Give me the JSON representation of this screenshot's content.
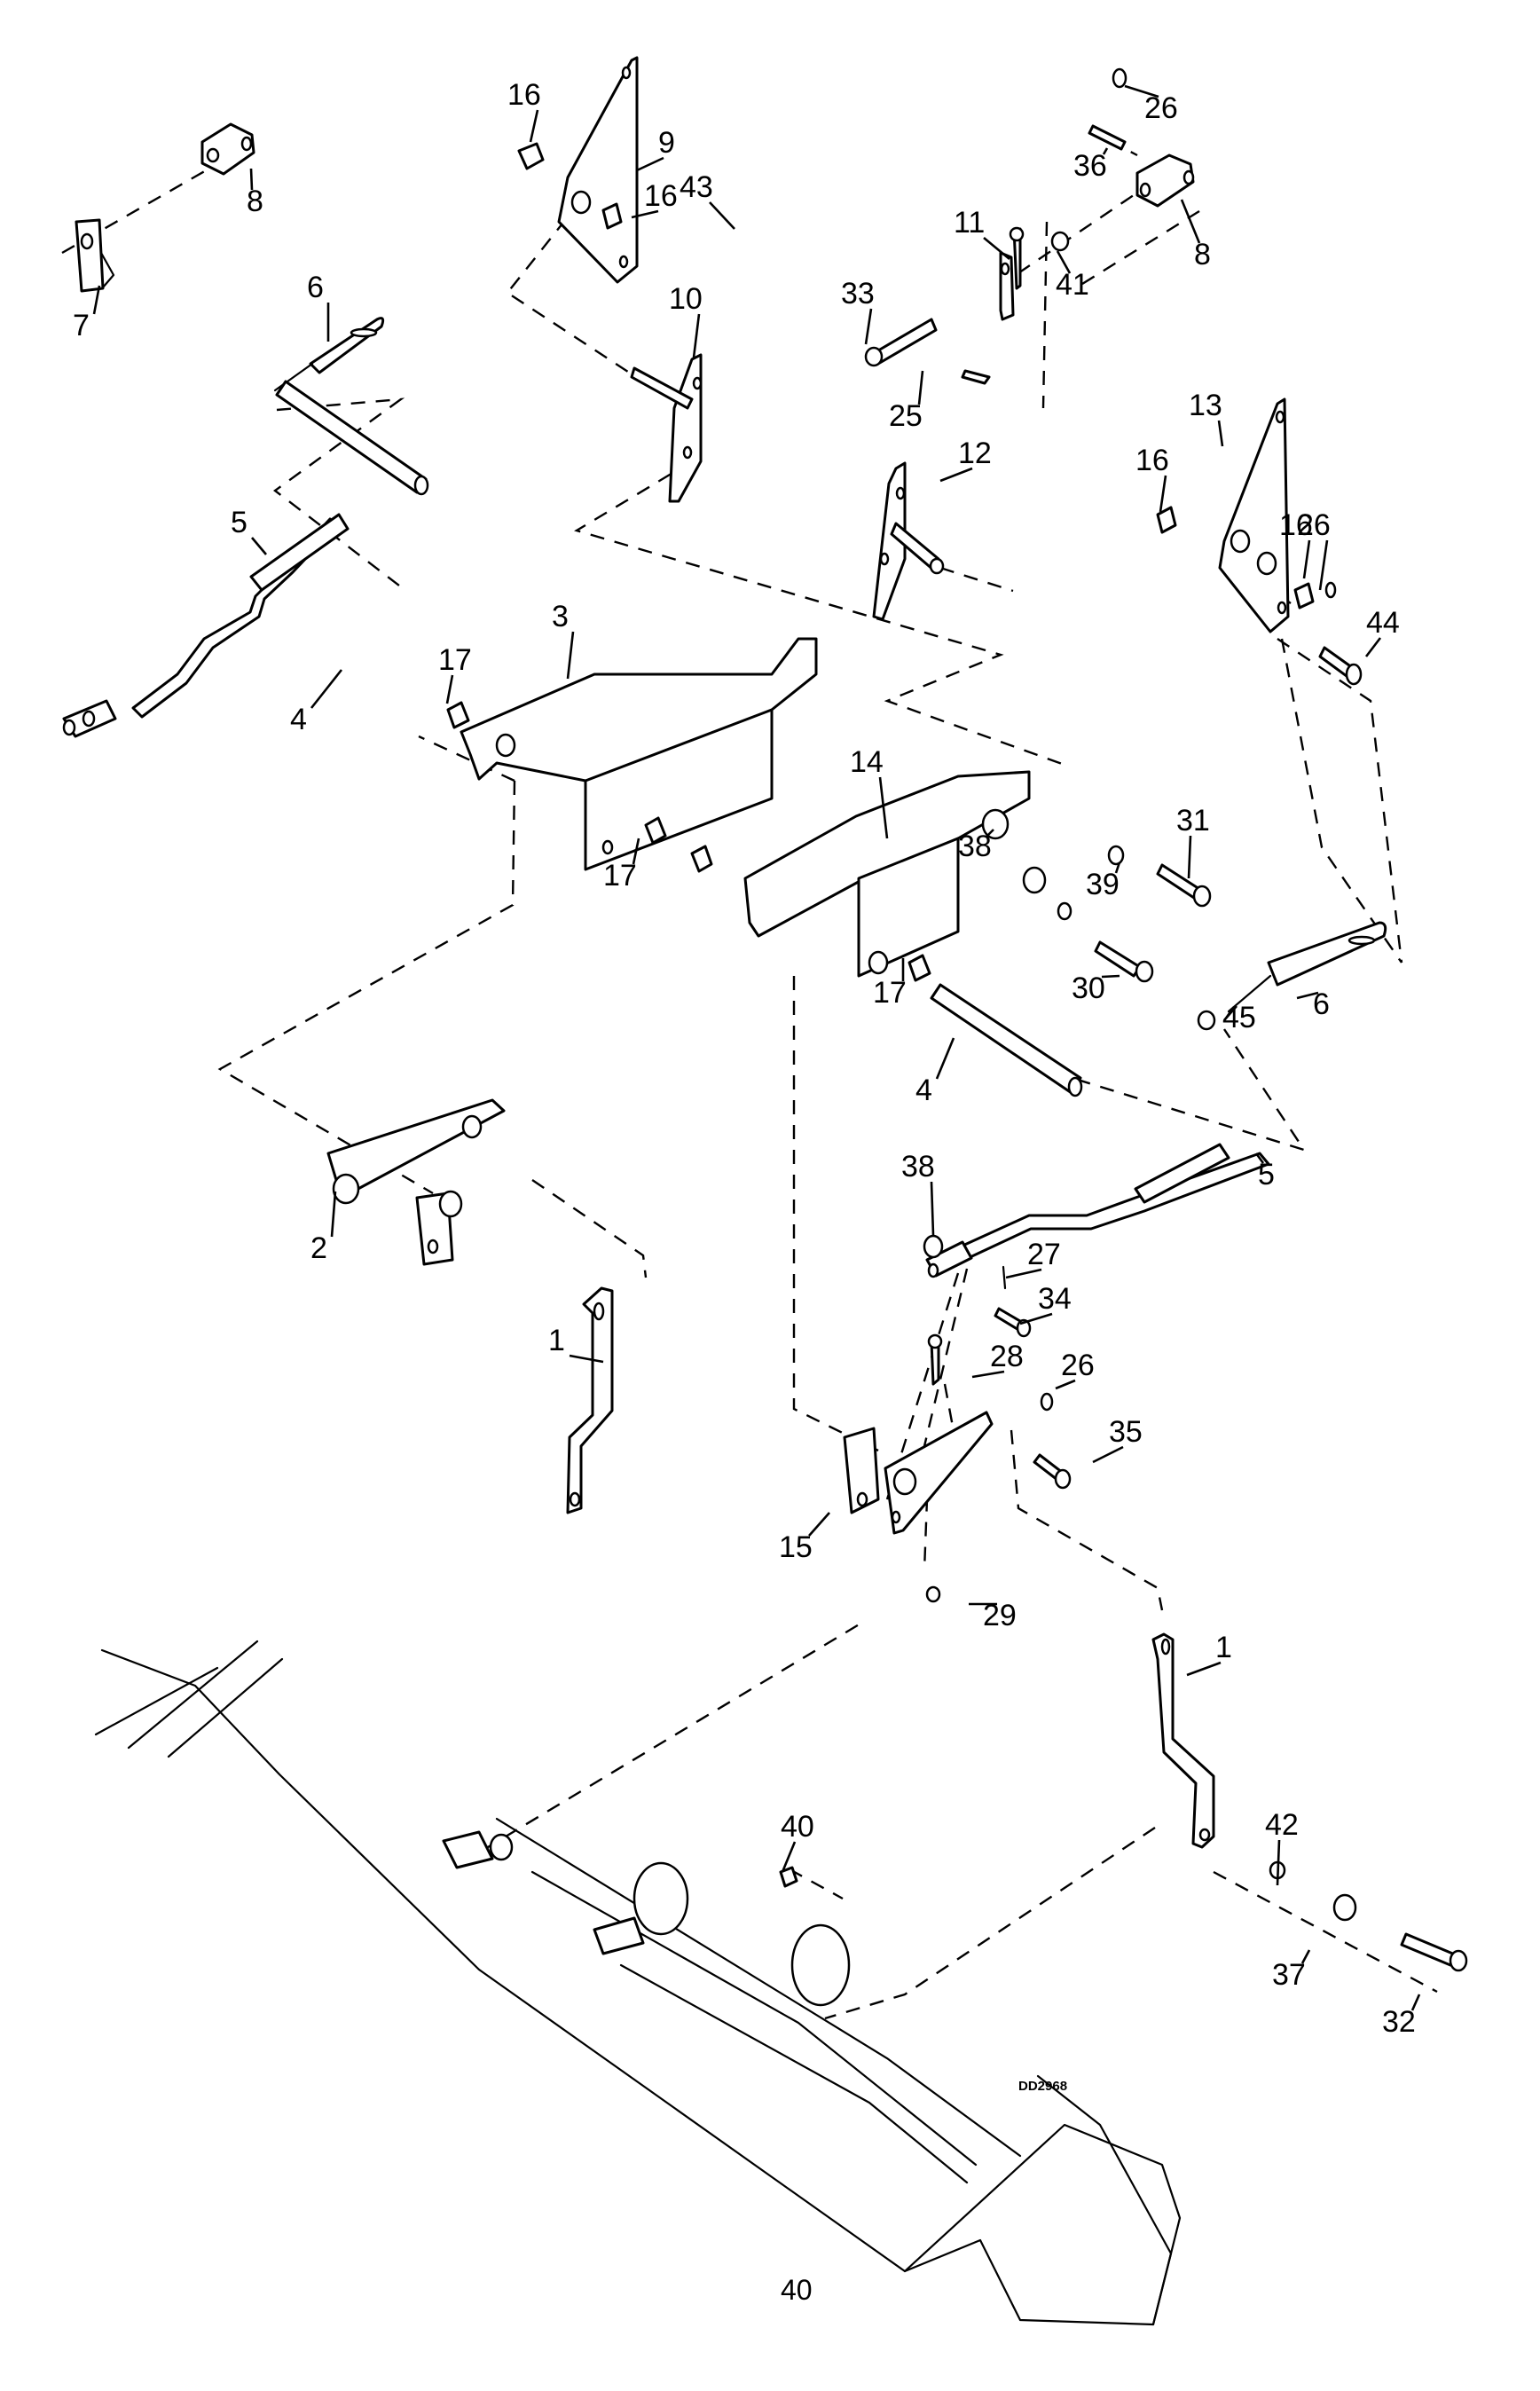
{
  "figure": {
    "type": "exploded-parts-diagram",
    "drawing_id": "DD2968",
    "page_number": "40"
  },
  "callouts": [
    {
      "id": "c7",
      "label": "7"
    },
    {
      "id": "c8a",
      "label": "8"
    },
    {
      "id": "c6a",
      "label": "6"
    },
    {
      "id": "c16a",
      "label": "16"
    },
    {
      "id": "c9",
      "label": "9"
    },
    {
      "id": "c16b",
      "label": "16"
    },
    {
      "id": "c10",
      "label": "10"
    },
    {
      "id": "c43",
      "label": "43"
    },
    {
      "id": "c36",
      "label": "36"
    },
    {
      "id": "c26a",
      "label": "26"
    },
    {
      "id": "c8b",
      "label": "8"
    },
    {
      "id": "c11",
      "label": "11"
    },
    {
      "id": "c41",
      "label": "41"
    },
    {
      "id": "c33",
      "label": "33"
    },
    {
      "id": "c25",
      "label": "25"
    },
    {
      "id": "c12",
      "label": "12"
    },
    {
      "id": "c13",
      "label": "13"
    },
    {
      "id": "c16c",
      "label": "16"
    },
    {
      "id": "c16d",
      "label": "16"
    },
    {
      "id": "c26b",
      "label": "26"
    },
    {
      "id": "c44",
      "label": "44"
    },
    {
      "id": "c5a",
      "label": "5"
    },
    {
      "id": "c4a",
      "label": "4"
    },
    {
      "id": "c17a",
      "label": "17"
    },
    {
      "id": "c3",
      "label": "3"
    },
    {
      "id": "c17b",
      "label": "17"
    },
    {
      "id": "c14",
      "label": "14"
    },
    {
      "id": "c38a",
      "label": "38"
    },
    {
      "id": "c39",
      "label": "39"
    },
    {
      "id": "c31",
      "label": "31"
    },
    {
      "id": "c30",
      "label": "30"
    },
    {
      "id": "c17c",
      "label": "17"
    },
    {
      "id": "c4b",
      "label": "4"
    },
    {
      "id": "c6b",
      "label": "6"
    },
    {
      "id": "c45",
      "label": "45"
    },
    {
      "id": "c2",
      "label": "2"
    },
    {
      "id": "c38b",
      "label": "38"
    },
    {
      "id": "c5b",
      "label": "5"
    },
    {
      "id": "c27",
      "label": "27"
    },
    {
      "id": "c34",
      "label": "34"
    },
    {
      "id": "c1a",
      "label": "1"
    },
    {
      "id": "c28",
      "label": "28"
    },
    {
      "id": "c26c",
      "label": "26"
    },
    {
      "id": "c35",
      "label": "35"
    },
    {
      "id": "c15",
      "label": "15"
    },
    {
      "id": "c29",
      "label": "29"
    },
    {
      "id": "c1b",
      "label": "1"
    },
    {
      "id": "c40",
      "label": "40"
    },
    {
      "id": "c42",
      "label": "42"
    },
    {
      "id": "c37",
      "label": "37"
    },
    {
      "id": "c32",
      "label": "32"
    }
  ]
}
